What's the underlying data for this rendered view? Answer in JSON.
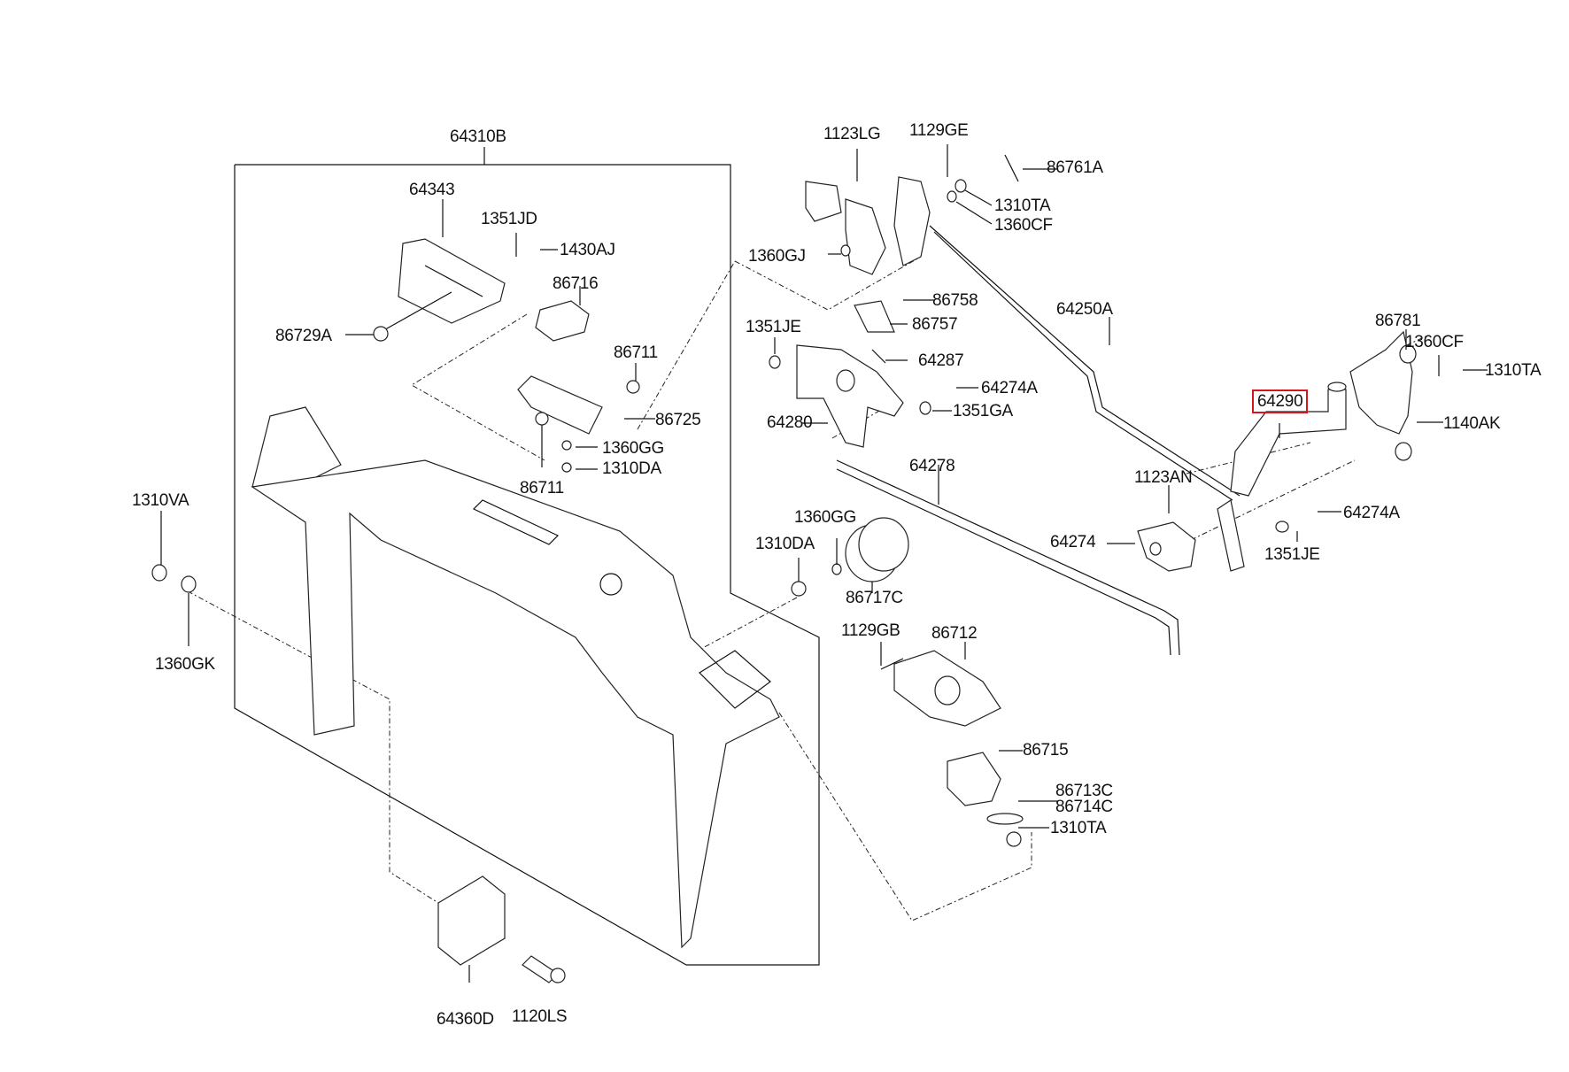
{
  "diagram": {
    "type": "exploded-parts-diagram",
    "highlight_color": "#d6151c",
    "highlighted_part": "64290",
    "labels": {
      "p64310B": "64310B",
      "p64343": "64343",
      "p1351JD": "1351JD",
      "p1430AJ": "1430AJ",
      "p86716": "86716",
      "p86729A": "86729A",
      "p86711a": "86711",
      "p86725": "86725",
      "p1360GGa": "1360GG",
      "p1310DAa": "1310DA",
      "p86711b": "86711",
      "p1310VA": "1310VA",
      "p1360GK": "1360GK",
      "p64360D": "64360D",
      "p1120LS": "1120LS",
      "p1123LG": "1123LG",
      "p1129GE": "1129GE",
      "p86761A": "86761A",
      "p1310TAa": "1310TA",
      "p1360CFa": "1360CF",
      "p1360GJ": "1360GJ",
      "p86758": "86758",
      "p86757": "86757",
      "p1351JEa": "1351JE",
      "p64287": "64287",
      "p64274Aa": "64274A",
      "p1351GA": "1351GA",
      "p64280": "64280",
      "p64278": "64278",
      "p64250A": "64250A",
      "p86781": "86781",
      "p1360CFb": "1360CF",
      "p1310TAb": "1310TA",
      "p64290": "64290",
      "p1140AK": "1140AK",
      "p1123AN": "1123AN",
      "p64274": "64274",
      "p64274Ab": "64274A",
      "p1351JEb": "1351JE",
      "p1360GGb": "1360GG",
      "p1310DAb": "1310DA",
      "p86717C": "86717C",
      "p1129GB": "1129GB",
      "p86712": "86712",
      "p86715": "86715",
      "p86713C": "86713C",
      "p86714C": "86714C",
      "p1310TAc": "1310TA"
    }
  }
}
